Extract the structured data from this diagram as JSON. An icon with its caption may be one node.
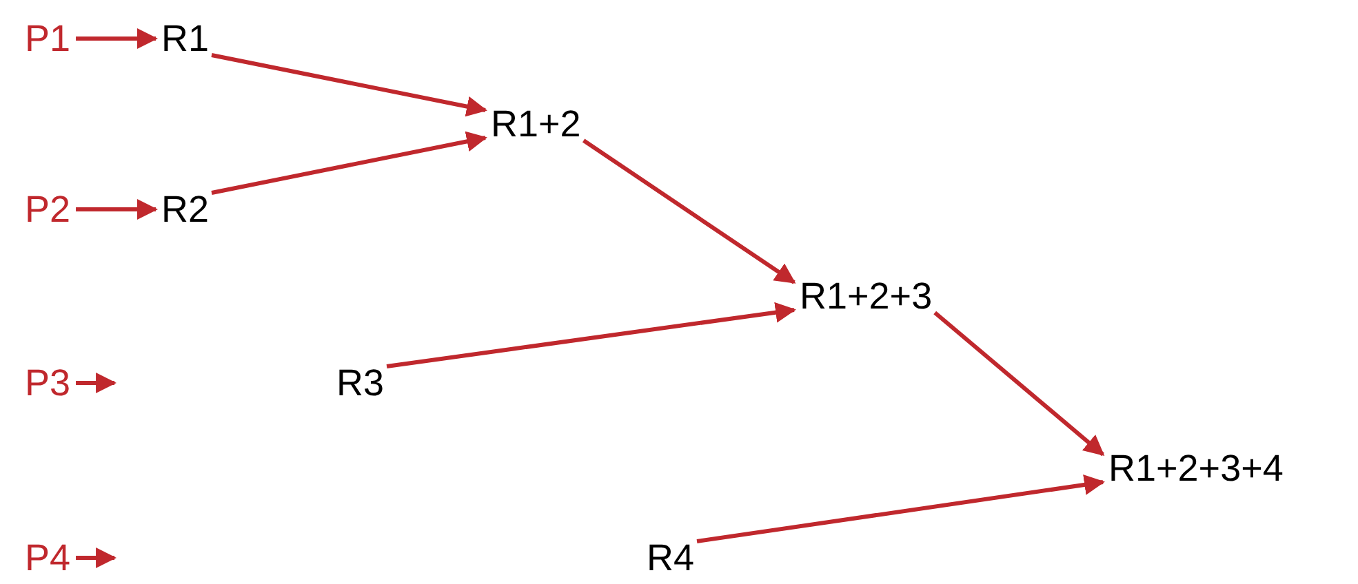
{
  "diagram": {
    "nodes": [
      {
        "text": [
          "P1"
        ]
      },
      {
        "text": [
          "R1"
        ]
      },
      {
        "text": [
          "R1+2"
        ]
      },
      {
        "text": [
          "P2"
        ]
      },
      {
        "text": [
          "R2"
        ]
      },
      {
        "text": [
          "R1+2+3"
        ]
      },
      {
        "text": [
          "P3"
        ]
      },
      {
        "text": [
          "R3"
        ]
      },
      {
        "text": [
          "R1+2+3+4"
        ]
      },
      {
        "text": [
          "P4"
        ]
      },
      {
        "text": [
          "R4"
        ]
      }
    ],
    "edges": [
      {
        "from": 0,
        "to": 1,
        "arrow": "to"
      },
      {
        "from": 3,
        "to": 4,
        "arrow": "to"
      },
      {
        "from": 6,
        "to": null,
        "arrow": "to"
      },
      {
        "from": 9,
        "to": null,
        "arrow": "to"
      },
      {
        "from": 1,
        "to": 2,
        "arrow": "to"
      },
      {
        "from": 4,
        "to": 2,
        "arrow": "to"
      },
      {
        "from": 2,
        "to": 5,
        "arrow": "to"
      },
      {
        "from": 7,
        "to": 5,
        "arrow": "to"
      },
      {
        "from": 5,
        "to": 8,
        "arrow": "to"
      },
      {
        "from": 10,
        "to": 8,
        "arrow": "to"
      }
    ]
  }
}
